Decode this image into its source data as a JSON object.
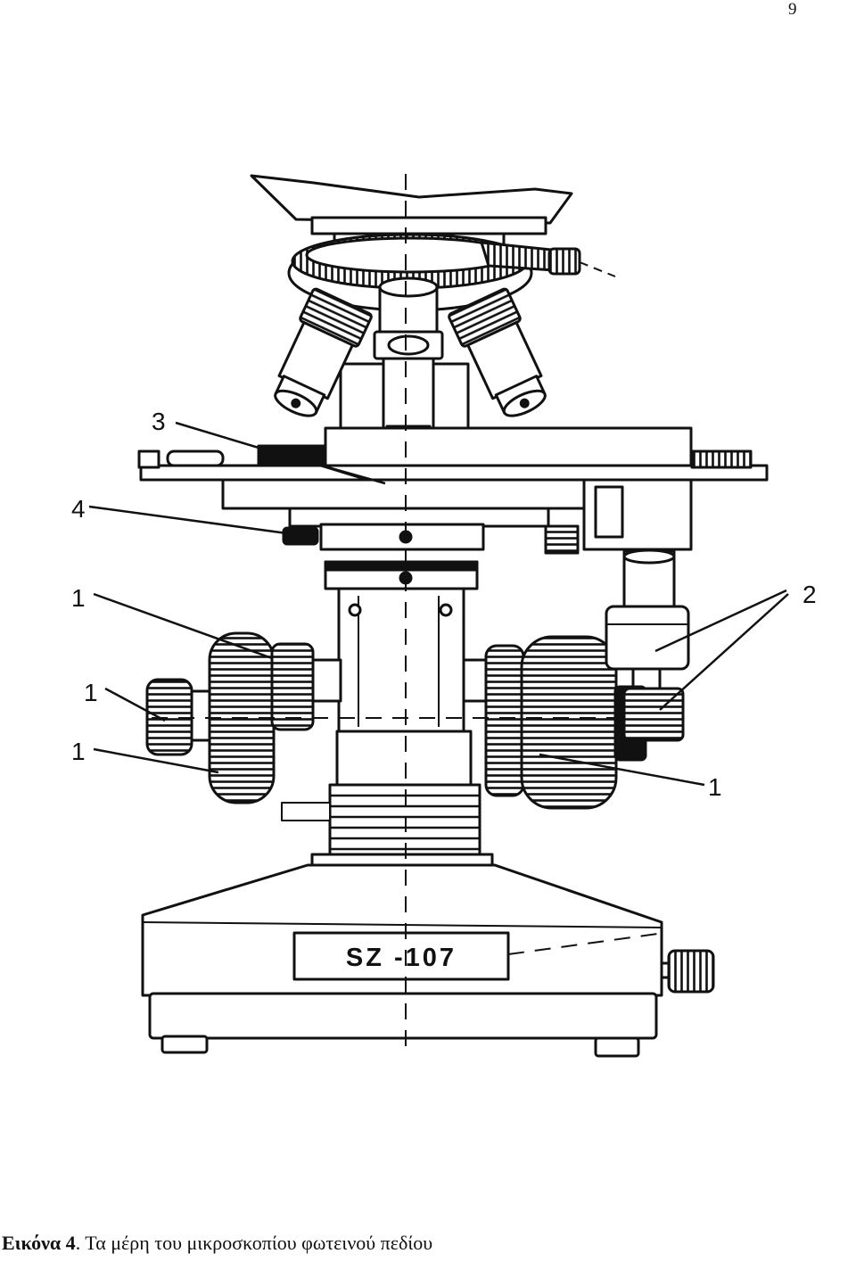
{
  "page": {
    "number": "9"
  },
  "figure": {
    "callouts": [
      "3",
      "4",
      "1",
      "1",
      "1",
      "2",
      "1"
    ],
    "model_plate": "SZ -107"
  },
  "caption": {
    "label": "Εικόνα 4",
    "text": ". Τα μέρη του μικροσκοπίου φωτεινού πεδίου"
  }
}
